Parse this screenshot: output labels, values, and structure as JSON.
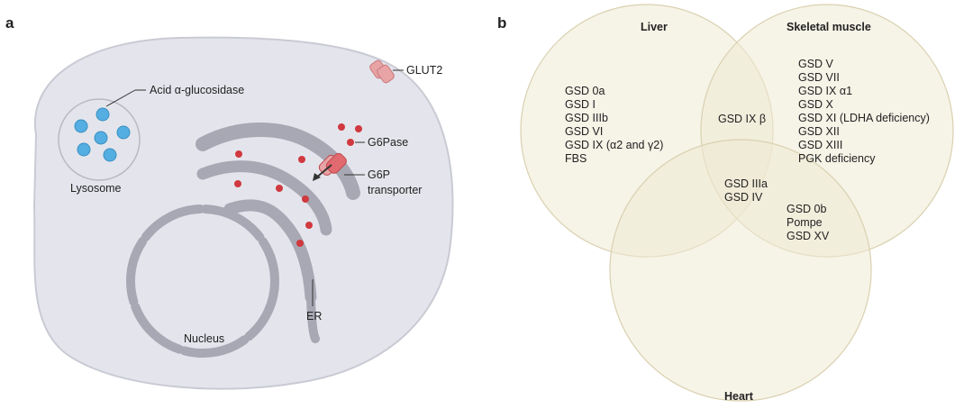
{
  "panel_a": {
    "letter": "a",
    "labels": {
      "acid_glucosidase": "Acid α-glucosidase",
      "glut2": "GLUT2",
      "lysosome": "Lysosome",
      "g6pase": "G6Pase",
      "g6p_transporter_line1": "G6P",
      "g6p_transporter_line2": "transporter",
      "er": "ER",
      "nucleus": "Nucleus"
    },
    "colors": {
      "cell_fill": "#e4e5ec",
      "cell_stroke": "#c9cad3",
      "organelle": "#a7a8b3",
      "vesicle": "#d0393f",
      "lysosome_granule": "#55aee2",
      "transporter": "#e8a3a5"
    }
  },
  "panel_b": {
    "letter": "b",
    "sets": {
      "liver": "Liver",
      "skeletal_muscle": "Skeletal muscle",
      "heart": "Heart"
    },
    "liver_only": [
      "GSD 0a",
      "GSD I",
      "GSD IIIb",
      "GSD VI",
      "GSD IX (α2 and γ2)",
      "FBS"
    ],
    "muscle_only": [
      "GSD V",
      "GSD VII",
      "GSD IX α1",
      "GSD X",
      "GSD XI (LDHA deficiency)",
      "GSD XII",
      "GSD XIII",
      "PGK deficiency"
    ],
    "liver_muscle": [
      "GSD IX β"
    ],
    "all_three": [
      "GSD IIIa",
      "GSD IV"
    ],
    "muscle_heart": [
      "GSD 0b",
      "Pompe",
      "GSD XV"
    ],
    "colors": {
      "circle_fill": "#efe9d3",
      "circle_stroke": "#d9d1b0"
    }
  }
}
